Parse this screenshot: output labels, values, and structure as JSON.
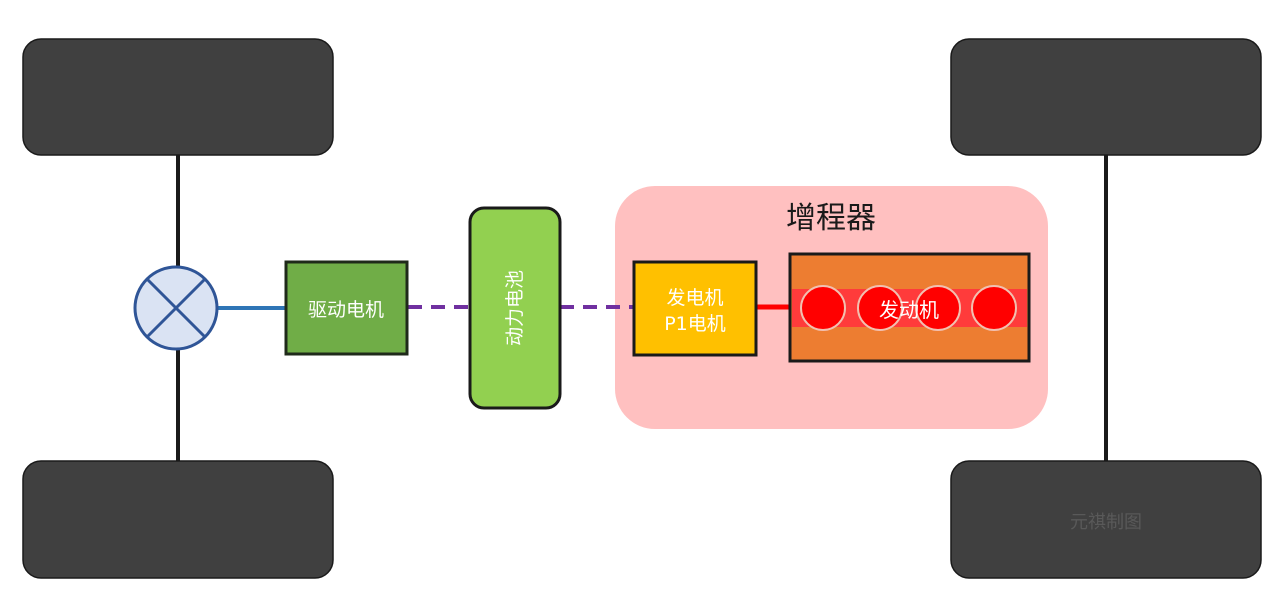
{
  "diagram": {
    "range_extender_label": "增程器",
    "drive_motor_label": "驱动电机",
    "battery_label": "动力电池",
    "generator_label_line1": "发电机",
    "generator_label_line2": "P1电机",
    "engine_label": "发动机",
    "watermark": "元祺制图"
  },
  "colors": {
    "wheel": "#404040",
    "axle": "#1a1a1a",
    "differential_fill": "#dae3f3",
    "differential_stroke": "#2f5597",
    "drive_shaft": "#2e75b6",
    "drive_motor": "#70ad47",
    "battery": "#92d050",
    "range_extender_bg": "#ffc0c0",
    "generator": "#ffc000",
    "engine_block": "#ed7d31",
    "engine_strip": "#ff3b3b",
    "cylinder": "#ff0000",
    "electric_link": "#7030a0",
    "mechanical_link": "#ff0000",
    "watermark": "#595959"
  }
}
